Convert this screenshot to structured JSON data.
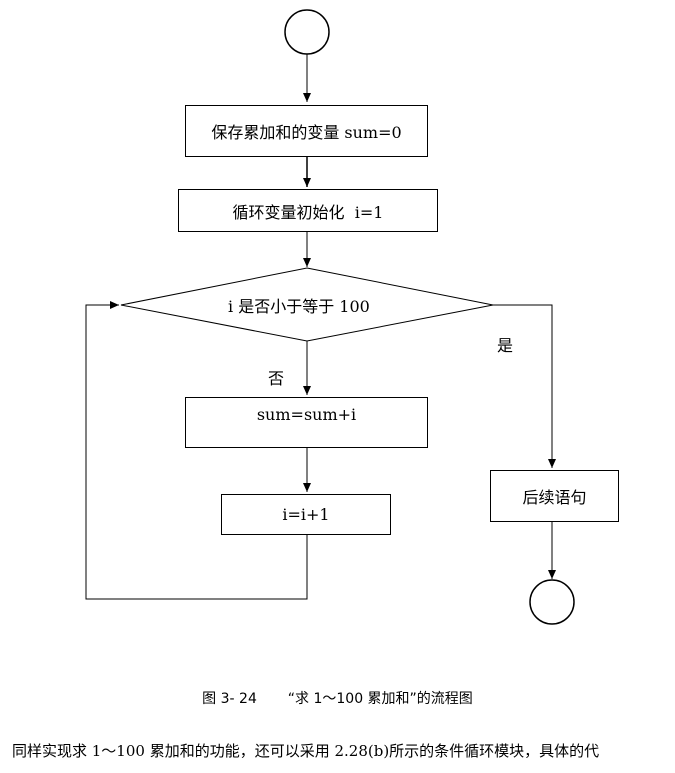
{
  "flowchart": {
    "box_init_sum": "保存累加和的变量 sum=0",
    "box_init_i": "循环变量初始化  i=1",
    "decision": "i 是否小于等于 100",
    "label_yes": "是",
    "label_no": "否",
    "box_accumulate": "sum=sum+i",
    "box_increment": "i=i+1",
    "box_next": "后续语句"
  },
  "caption": {
    "figure_number": "图 3- 24",
    "title": "“求 1～100 累加和”的流程图"
  },
  "body_text": "同样实现求 1～100 累加和的功能，还可以采用 2.28(b)所示的条件循环模块，具体的代"
}
